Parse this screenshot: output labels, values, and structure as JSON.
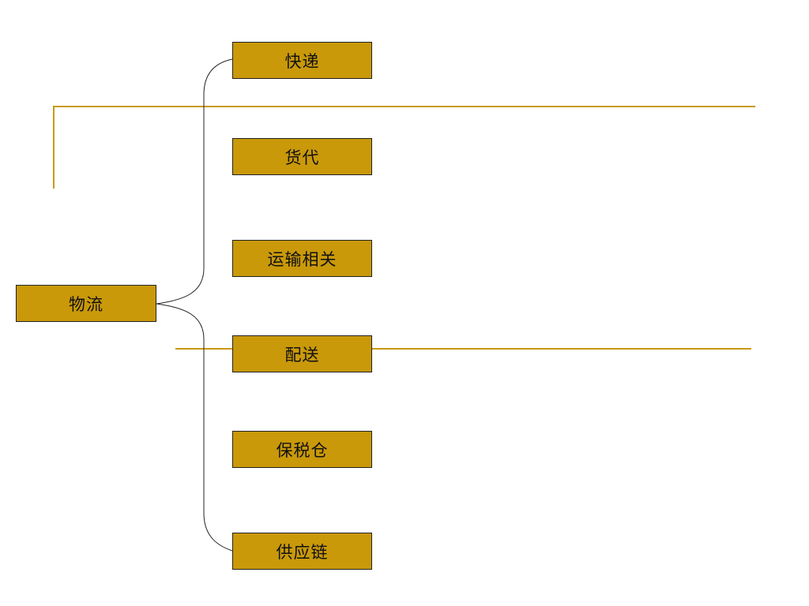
{
  "colors": {
    "box_fill": "#c9990a",
    "rule": "#c9990a",
    "connector": "#222222"
  },
  "diagram": {
    "root": {
      "label": "物流"
    },
    "branches": [
      {
        "label": "快递"
      },
      {
        "label": "货代"
      },
      {
        "label": "运输相关"
      },
      {
        "label": "配送"
      },
      {
        "label": "保税仓"
      },
      {
        "label": "供应链"
      }
    ]
  }
}
